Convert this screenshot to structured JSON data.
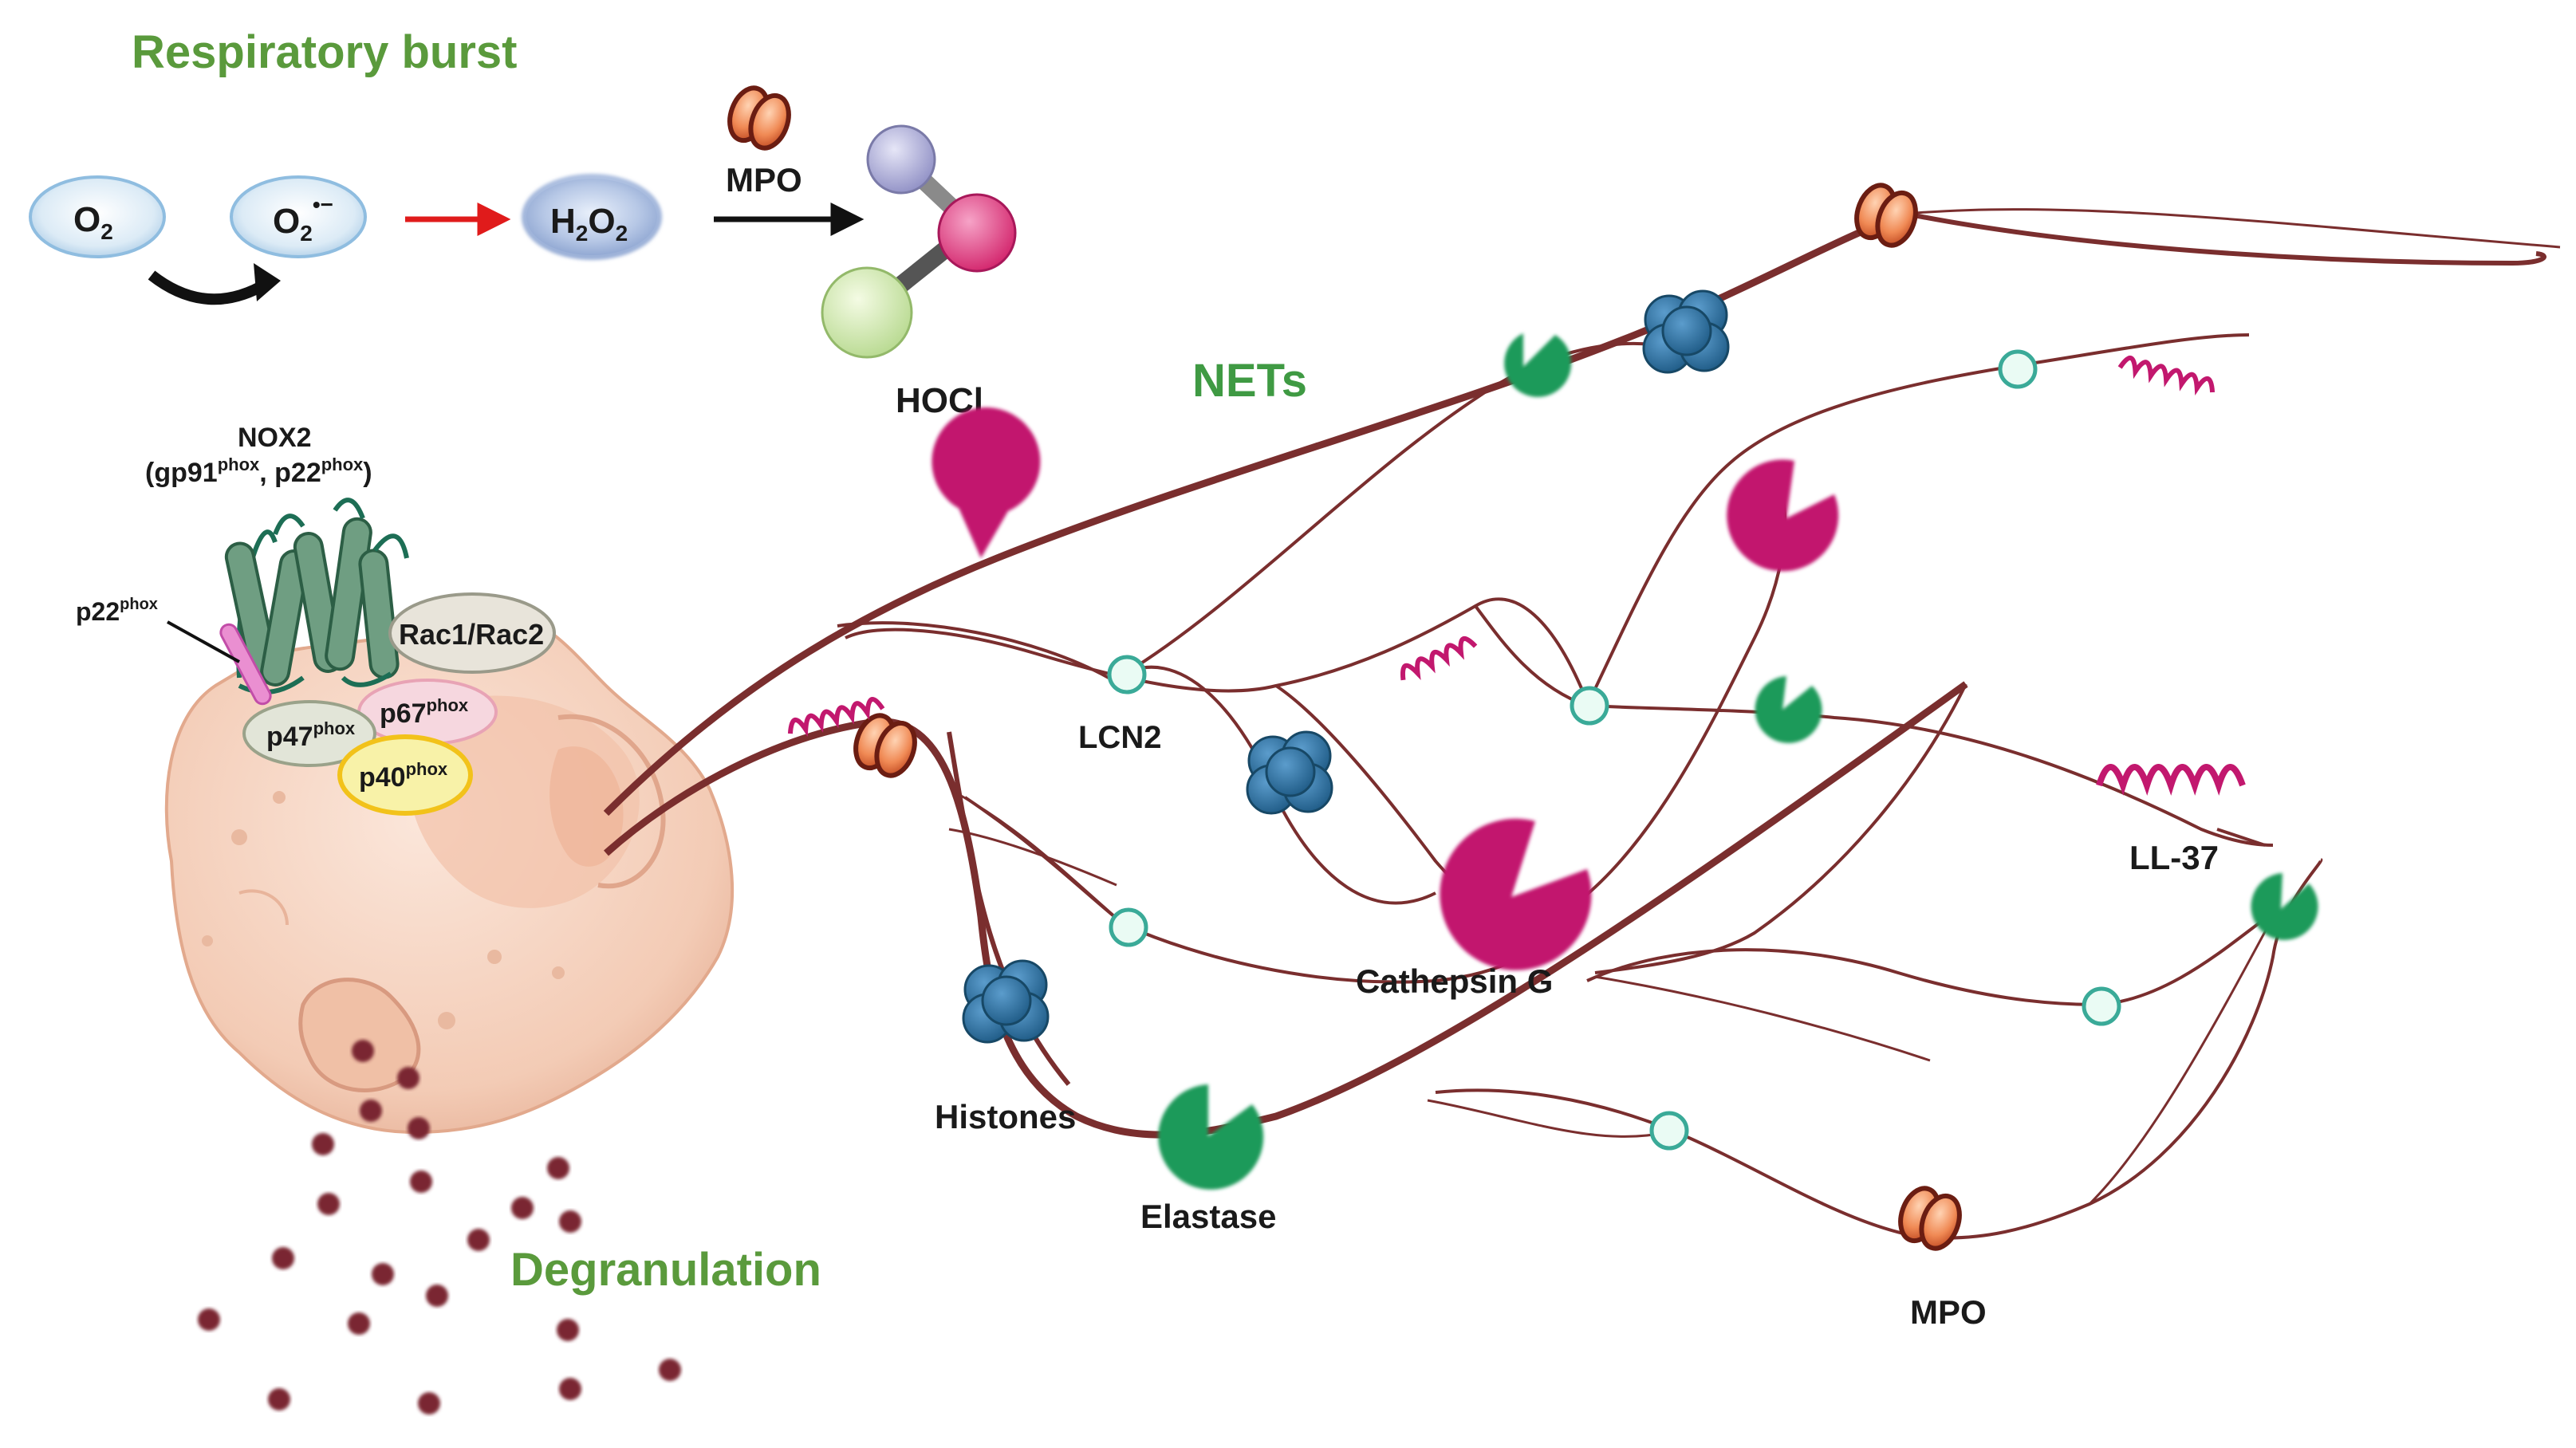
{
  "titles": {
    "respiratory_burst": "Respiratory burst",
    "nets": "NETs",
    "degranulation": "Degranulation"
  },
  "molecules": {
    "o2": "O",
    "o2_sub": "2",
    "superoxide": "O",
    "superoxide_sub": "2",
    "superoxide_sup": "•−",
    "h2o2_h": "H",
    "h2o2_sub1": "2",
    "h2o2_o": "O",
    "h2o2_sub2": "2",
    "mpo_top": "MPO",
    "hocl": "HOCl"
  },
  "nox": {
    "title": "NOX2",
    "subunits_open": "(gp91",
    "phox1": "phox",
    "subunits_mid": ", p22",
    "phox2": "phox",
    "subunits_close": ")",
    "p22": "p22",
    "p22_sup": "phox",
    "rac": "Rac1/Rac2",
    "p47": "p47",
    "p47_sup": "phox",
    "p67": "p67",
    "p67_sup": "phox",
    "p40": "p40",
    "p40_sup": "phox"
  },
  "net_labels": {
    "lcn2": "LCN2",
    "histones": "Histones",
    "elastase": "Elastase",
    "cathepsin_g": "Cathepsin G",
    "ll37": "LL-37",
    "mpo": "MPO"
  },
  "colors": {
    "fiber": "#7a2e2e",
    "title_green": "#5a9a3c",
    "elastase_green": "#1e9a5a",
    "cathepsin_magenta": "#c2186e",
    "ll37_pink": "#c2186e",
    "histone_blue": "#2d6f9e",
    "mpo_orange": "#e0663a",
    "lcn2_teal": "#3aaa98",
    "cell_peach": "#f6d3c0",
    "granule": "#7a2630"
  }
}
